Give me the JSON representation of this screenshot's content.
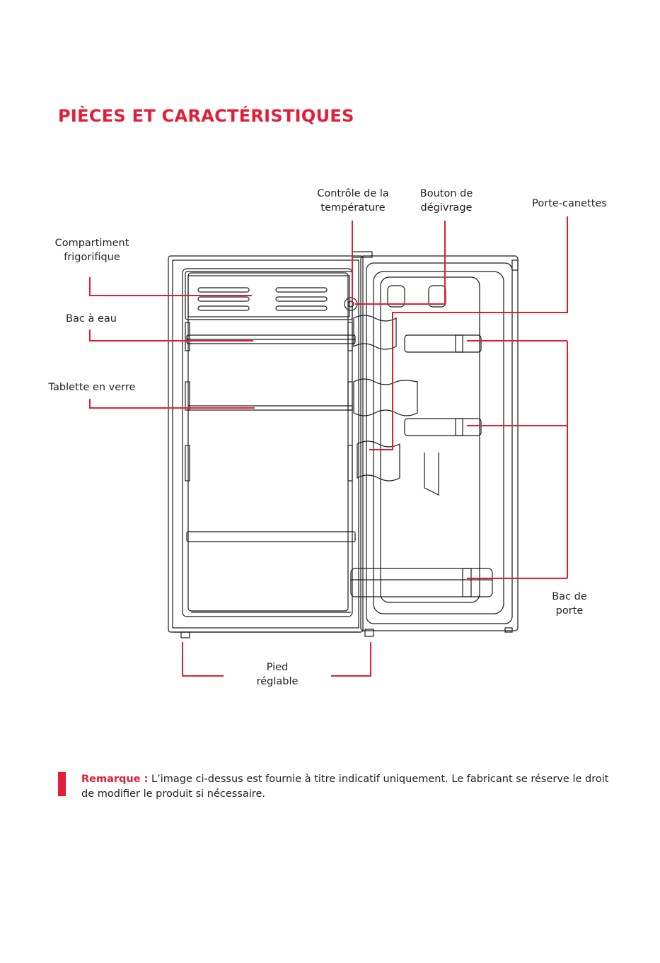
{
  "page": {
    "title": "PIÈCES ET CARACTÉRISTIQUES"
  },
  "colors": {
    "accent": "#e21e36",
    "drawing": "#1a1a1a"
  },
  "labels": {
    "temperature_control": "Contrôle de la\ntempérature",
    "defrost_button": "Bouton de\ndégivrage",
    "can_holder": "Porte-canettes",
    "freezer_compartment": "Compartiment\nfrigorifique",
    "water_tray": "Bac à eau",
    "glass_shelf": "Tablette en verre",
    "door_bin": "Bac de\nporte",
    "adjustable_foot": "Pied\nréglable"
  },
  "note": {
    "label": "Remarque :",
    "text": "L’image ci-dessus est fournie à titre indicatif uniquement. Le fabricant se réserve le droit de modifier le produit si nécessaire."
  }
}
